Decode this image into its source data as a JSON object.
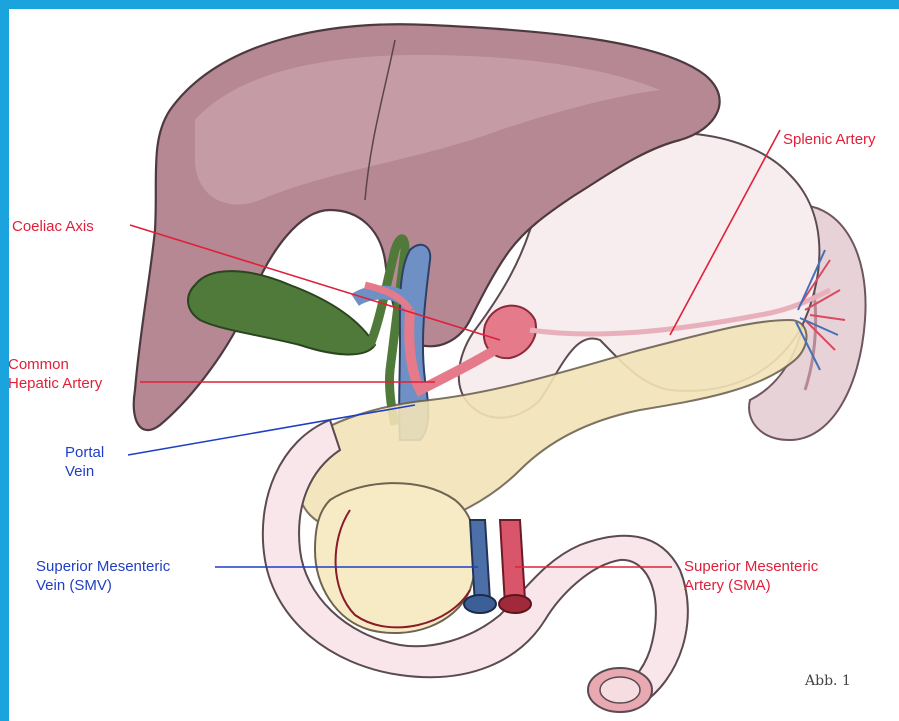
{
  "colors": {
    "frame": "#1aa3dc",
    "artery_label": "#e0203a",
    "vein_label": "#1f3fc4"
  },
  "labels": {
    "splenic_artery": "Splenic Artery",
    "coeliac_axis": "Coeliac Axis",
    "common_hepatic_artery": "Common\nHepatic Artery",
    "portal_vein": "Portal\nVein",
    "smv": "Superior Mesenteric\nVein (SMV)",
    "sma": "Superior Mesenteric\nArtery (SMA)"
  },
  "figure_number": "Abb. 1"
}
